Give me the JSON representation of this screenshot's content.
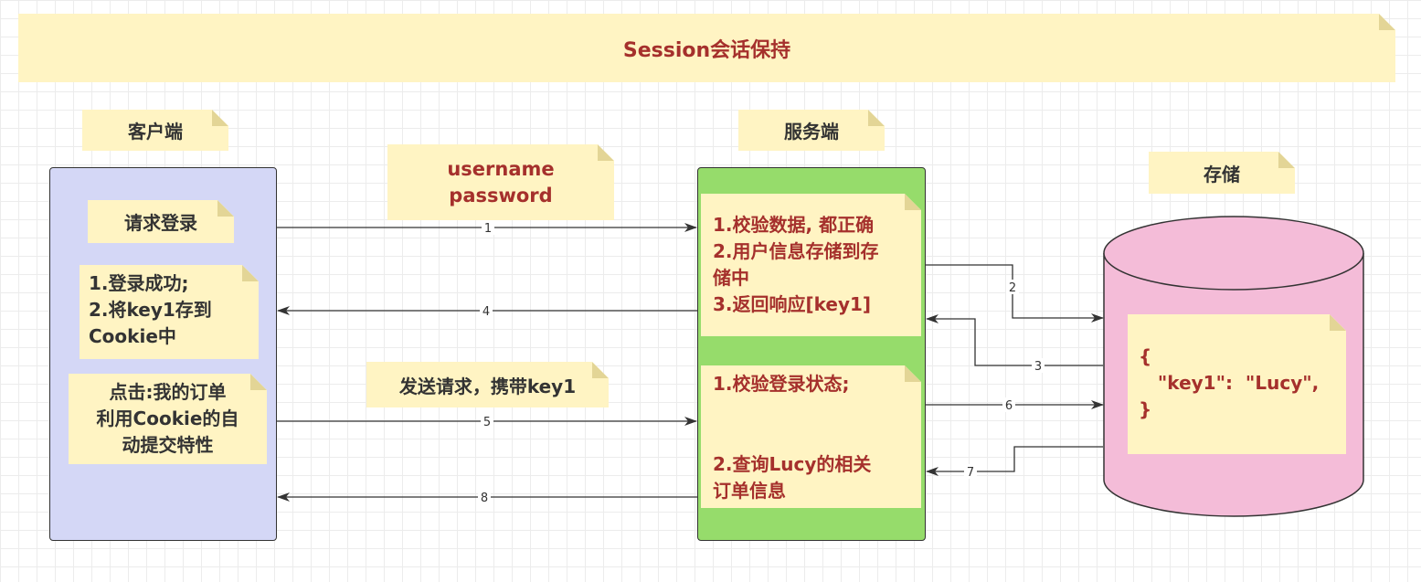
{
  "title": "Session会话保持",
  "client": {
    "label": "客户端",
    "step_request_login": "请求登录",
    "step_login_success": "1.登录成功;\n2.将key1存到\nCookie中",
    "step_click_orders": "点击:我的订单\n利用Cookie的自\n动提交特性"
  },
  "server": {
    "label": "服务端",
    "block_login": "1.校验数据, 都正确\n2.用户信息存储到存\n储中\n3.返回响应[key1]",
    "block_verify": "1.校验登录状态;",
    "block_query": "2.查询Lucy的相关\n订单信息"
  },
  "storage": {
    "label": "存储",
    "content": "{\n   \"key1\":  \"Lucy\",\n}"
  },
  "messages": {
    "credentials": "username\npassword",
    "send_request": "发送请求，携带key1"
  },
  "arrows": {
    "a1": "1",
    "a2": "2",
    "a3": "3",
    "a4": "4",
    "a5": "5",
    "a6": "6",
    "a7": "7",
    "a8": "8"
  },
  "colors": {
    "note": "#fff4c3",
    "client_panel": "#d4d7f6",
    "server_panel": "#96dc6b",
    "storage_fill": "#f4bcd8",
    "emphasis_text": "#a5302c"
  }
}
